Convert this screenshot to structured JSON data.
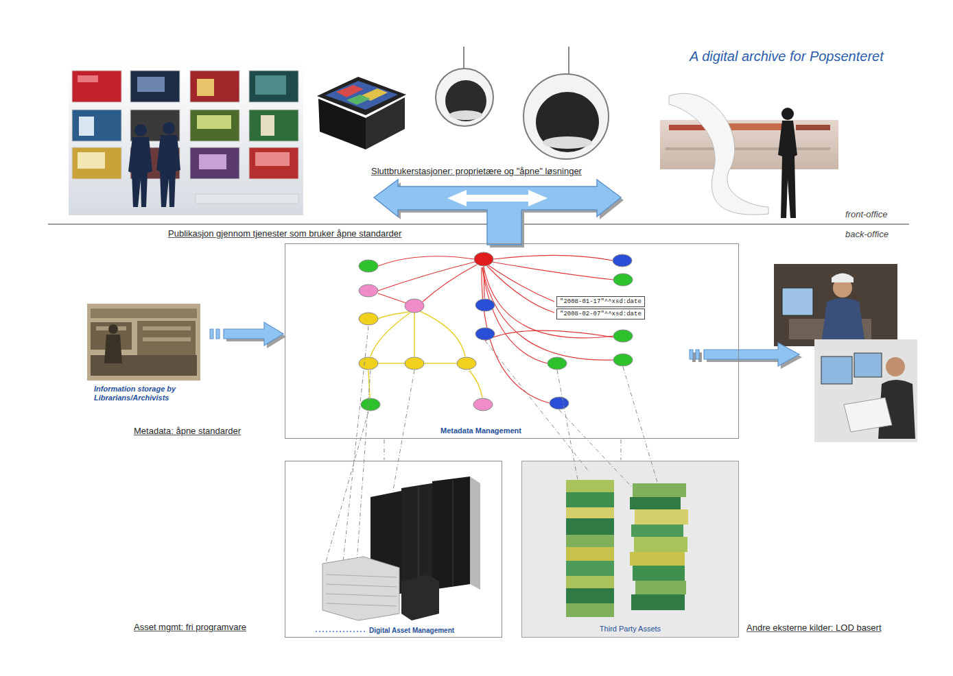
{
  "diagram": {
    "title": "A digital archive for Popsenteret",
    "nodes": [
      {
        "text": [
          "Metadata Management"
        ]
      },
      {
        "text": [
          "\"2008-01-17\"^^xsd:date"
        ],
        "in": 0
      },
      {
        "text": [
          "\"2008-02-07\"^^xsd:date"
        ],
        "in": 0
      },
      {
        "text": [
          "Information storage by Librarians/Archivists"
        ]
      },
      {
        "text": [
          "Digital Asset Management"
        ]
      },
      {
        "text": [
          "Third Party Assets"
        ]
      }
    ],
    "edges": [
      {
        "from": 3,
        "to": 0,
        "arrow": "to"
      },
      {
        "from": 0,
        "to": 4,
        "arrow": "none"
      },
      {
        "from": 0,
        "to": 5,
        "arrow": "none"
      }
    ],
    "labels": [
      "Sluttbrukerstasjoner: proprietære og \"åpne\" løsninger",
      "front-office",
      "back-office",
      "Publikasjon gjennom tjenester som bruker åpne standarder",
      "Metadata: åpne standarder",
      "Asset mgmt: fri programvare",
      "Andre eksterne kilder: LOD basert"
    ]
  }
}
